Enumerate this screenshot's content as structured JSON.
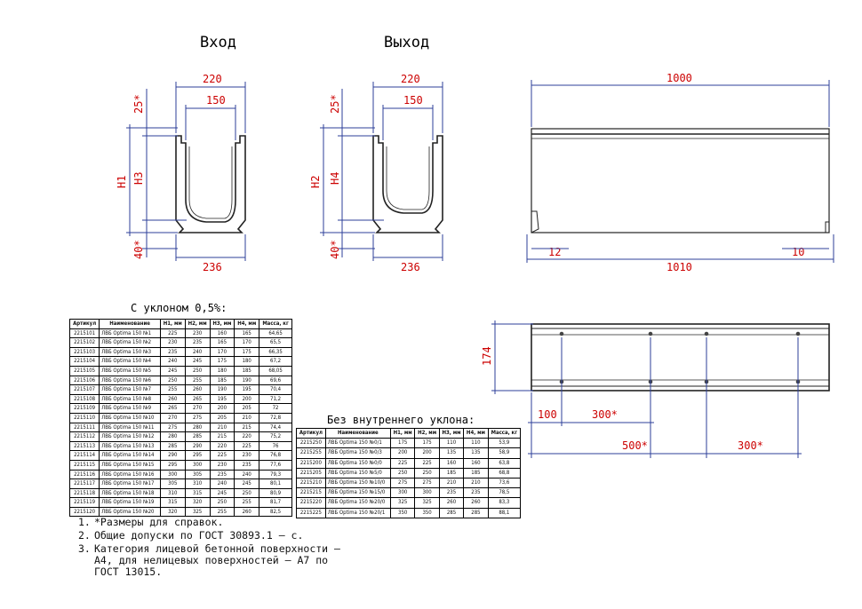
{
  "titles": {
    "inlet": "Вход",
    "outlet": "Выход"
  },
  "dims": {
    "left_section": {
      "top_width": "220",
      "inner_width": "150",
      "bottom_width": "236",
      "top_offset": "25*",
      "h_outer": "H1",
      "h_inner": "H3",
      "bottom_offset": "40*"
    },
    "right_section": {
      "top_width": "220",
      "inner_width": "150",
      "bottom_width": "236",
      "top_offset": "25*",
      "h_outer": "H2",
      "h_inner": "H4",
      "bottom_offset": "40*"
    },
    "side_view": {
      "length": "1000",
      "total_length": "1010",
      "left_offset": "12",
      "right_offset": "10"
    },
    "plan_view": {
      "width": "174",
      "first_offset": "100",
      "spacing_a": "300*",
      "spacing_b": "500*",
      "spacing_c": "300*"
    }
  },
  "table_slope": {
    "caption": "С уклоном 0,5%:",
    "headers": [
      "Артикул",
      "Наименование",
      "H1, мм",
      "H2, мм",
      "H3, мм",
      "H4, мм",
      "Масса, кг"
    ],
    "rows": [
      [
        "2215101",
        "ЛВБ Optima 150 №1",
        "225",
        "230",
        "160",
        "165",
        "64,65"
      ],
      [
        "2215102",
        "ЛВБ Optima 150 №2",
        "230",
        "235",
        "165",
        "170",
        "65,5"
      ],
      [
        "2215103",
        "ЛВБ Optima 150 №3",
        "235",
        "240",
        "170",
        "175",
        "66,35"
      ],
      [
        "2215104",
        "ЛВБ Optima 150 №4",
        "240",
        "245",
        "175",
        "180",
        "67,2"
      ],
      [
        "2215105",
        "ЛВБ Optima 150 №5",
        "245",
        "250",
        "180",
        "185",
        "68,05"
      ],
      [
        "2215106",
        "ЛВБ Optima 150 №6",
        "250",
        "255",
        "185",
        "190",
        "69,6"
      ],
      [
        "2215107",
        "ЛВБ Optima 150 №7",
        "255",
        "260",
        "190",
        "195",
        "70,4"
      ],
      [
        "2215108",
        "ЛВБ Optima 150 №8",
        "260",
        "265",
        "195",
        "200",
        "71,2"
      ],
      [
        "2215109",
        "ЛВБ Optima 150 №9",
        "265",
        "270",
        "200",
        "205",
        "72"
      ],
      [
        "2215110",
        "ЛВБ Optima 150 №10",
        "270",
        "275",
        "205",
        "210",
        "72,8"
      ],
      [
        "2215111",
        "ЛВБ Optima 150 №11",
        "275",
        "280",
        "210",
        "215",
        "74,4"
      ],
      [
        "2215112",
        "ЛВБ Optima 150 №12",
        "280",
        "285",
        "215",
        "220",
        "75,2"
      ],
      [
        "2215113",
        "ЛВБ Optima 150 №13",
        "285",
        "290",
        "220",
        "225",
        "76"
      ],
      [
        "2215114",
        "ЛВБ Optima 150 №14",
        "290",
        "295",
        "225",
        "230",
        "76,8"
      ],
      [
        "2215115",
        "ЛВБ Optima 150 №15",
        "295",
        "300",
        "230",
        "235",
        "77,6"
      ],
      [
        "2215116",
        "ЛВБ Optima 150 №16",
        "300",
        "305",
        "235",
        "240",
        "79,3"
      ],
      [
        "2215117",
        "ЛВБ Optima 150 №17",
        "305",
        "310",
        "240",
        "245",
        "80,1"
      ],
      [
        "2215118",
        "ЛВБ Optima 150 №18",
        "310",
        "315",
        "245",
        "250",
        "80,9"
      ],
      [
        "2215119",
        "ЛВБ Optima 150 №19",
        "315",
        "320",
        "250",
        "255",
        "81,7"
      ],
      [
        "2215120",
        "ЛВБ Optima 150 №20",
        "320",
        "325",
        "255",
        "260",
        "82,5"
      ]
    ]
  },
  "table_flat": {
    "caption": "Без внутреннего уклона:",
    "headers": [
      "Артикул",
      "Наименование",
      "H1, мм",
      "H2, мм",
      "H3, мм",
      "H4, мм",
      "Масса, кг"
    ],
    "rows": [
      [
        "2215250",
        "ЛВБ Optima 150 №0/1",
        "175",
        "175",
        "110",
        "110",
        "53,9"
      ],
      [
        "2215255",
        "ЛВБ Optima 150 №0/3",
        "200",
        "200",
        "135",
        "135",
        "58,9"
      ],
      [
        "2215200",
        "ЛВБ Optima 150 №0/0",
        "225",
        "225",
        "160",
        "160",
        "63,8"
      ],
      [
        "2215205",
        "ЛВБ Optima 150 №5/0",
        "250",
        "250",
        "185",
        "185",
        "68,8"
      ],
      [
        "2215210",
        "ЛВБ Optima 150 №10/0",
        "275",
        "275",
        "210",
        "210",
        "73,6"
      ],
      [
        "2215215",
        "ЛВБ Optima 150 №15/0",
        "300",
        "300",
        "235",
        "235",
        "78,5"
      ],
      [
        "2215220",
        "ЛВБ Optima 150 №20/0",
        "325",
        "325",
        "260",
        "260",
        "83,3"
      ],
      [
        "2215225",
        "ЛВБ Optima 150 №20/1",
        "350",
        "350",
        "285",
        "285",
        "88,1"
      ]
    ]
  },
  "notes": [
    {
      "num": "1.",
      "text": "*Размеры для справок."
    },
    {
      "num": "2.",
      "text": "Общие допуски по ГОСТ 30893.1 – с."
    },
    {
      "num": "3.",
      "text": "Категория лицевой бетонной поверхности – А4, для нелицевых поверхностей – А7 по ГОСТ 13015."
    }
  ]
}
